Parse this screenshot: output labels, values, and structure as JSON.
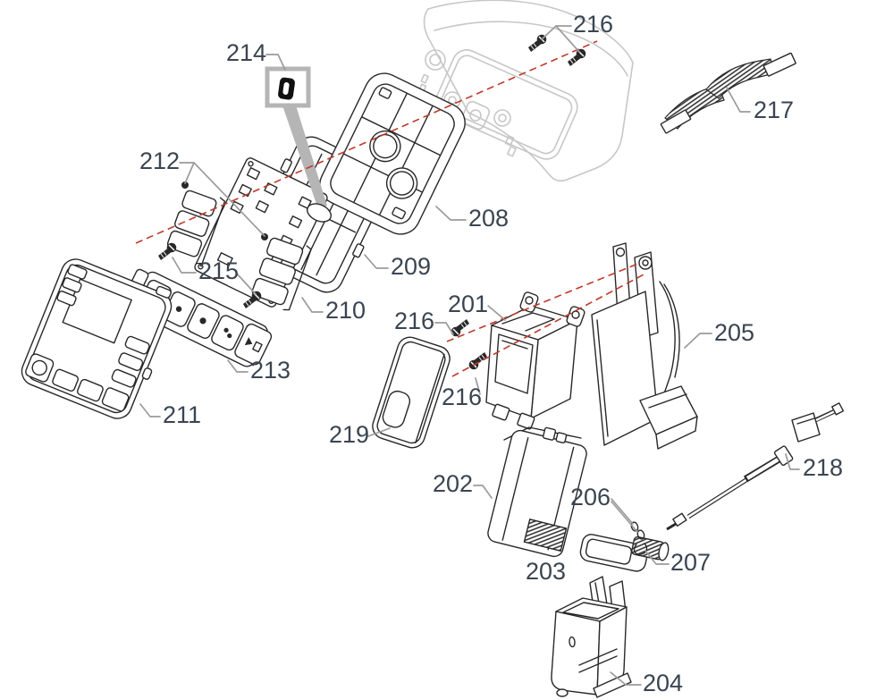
{
  "diagram": {
    "kind": "exploded-parts-diagram",
    "labels": {
      "201": "201",
      "202": "202",
      "203": "203",
      "204": "204",
      "205": "205",
      "206": "206",
      "207": "207",
      "208": "208",
      "209": "209",
      "210": "210",
      "211": "211",
      "212": "212",
      "213": "213",
      "214": "214",
      "215": "215",
      "216": "216",
      "217": "217",
      "218": "218",
      "219": "219"
    },
    "colors": {
      "background": "#ffffff",
      "label_text": "#3a4551",
      "leader_line": "#9b9b9b",
      "assembly_axis": "#c0392b",
      "part_outline": "#282828",
      "ghost_outline": "#c7c7c7",
      "callout_box": "#b5b5b5"
    }
  }
}
